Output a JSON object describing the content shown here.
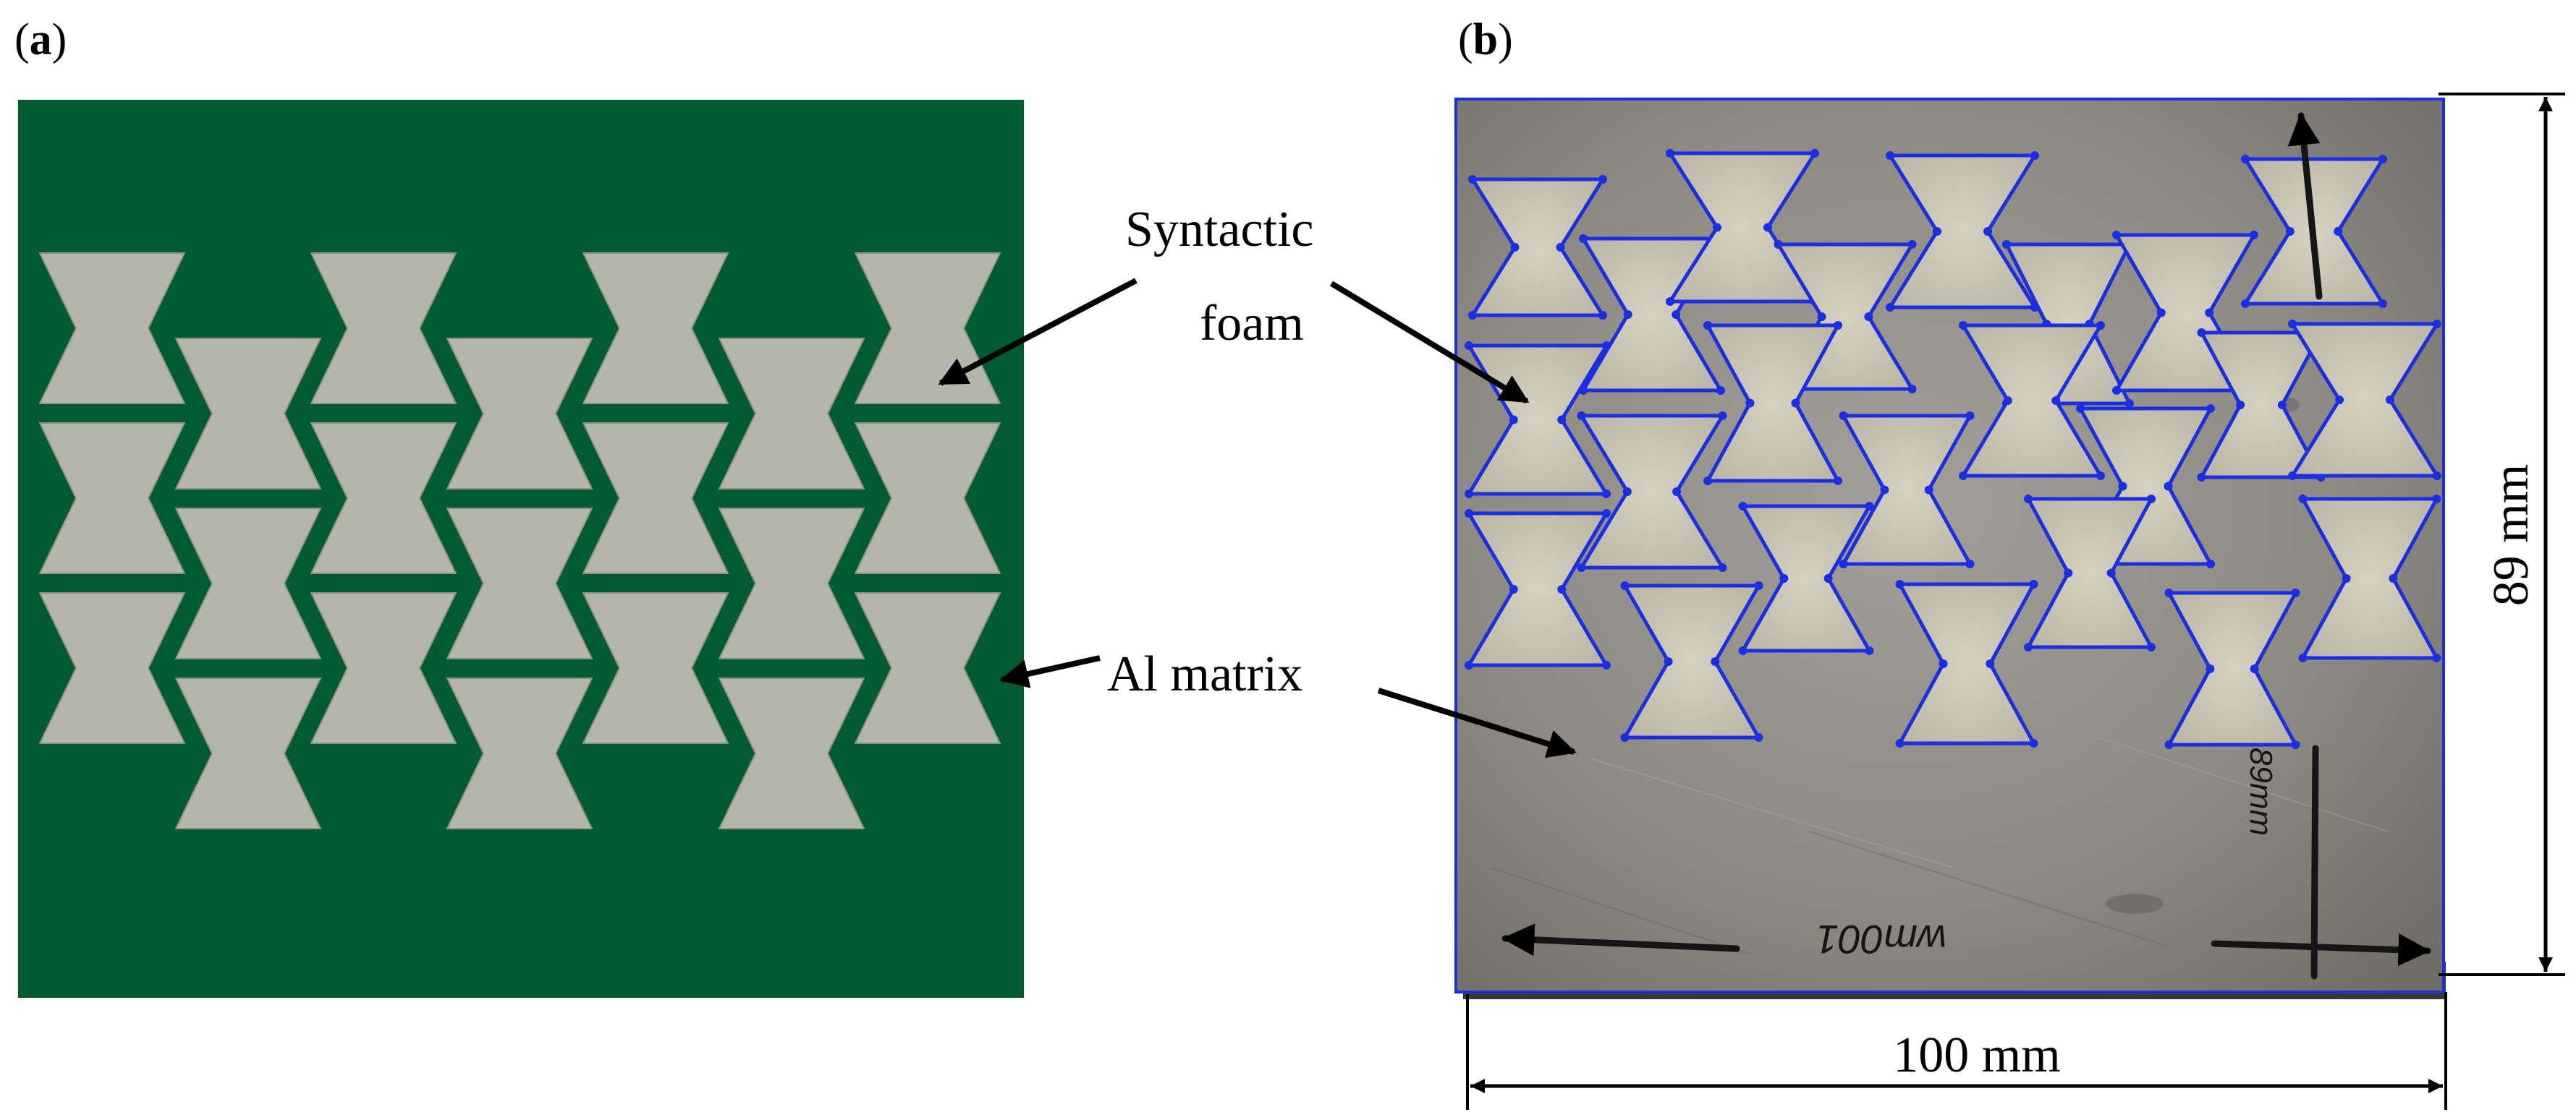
{
  "panels": {
    "a": {
      "open": "(",
      "letter": "a",
      "close": ")"
    },
    "b": {
      "open": "(",
      "letter": "b",
      "close": ")"
    }
  },
  "annotations": {
    "syntactic_line1": "Syntactic",
    "syntactic_line2": "foam",
    "al_matrix": "Al matrix"
  },
  "photo_marks": {
    "left_top": "wm001",
    "right_bottom": "89mm"
  },
  "dimensions": {
    "width": "100 mm",
    "height": "89 mm"
  },
  "colors": {
    "matrix_green": "#005c30",
    "foam_gray": "#b4b6a9",
    "photo_metal": "#8d8a83",
    "outline_blue": "#1a2fe0"
  }
}
